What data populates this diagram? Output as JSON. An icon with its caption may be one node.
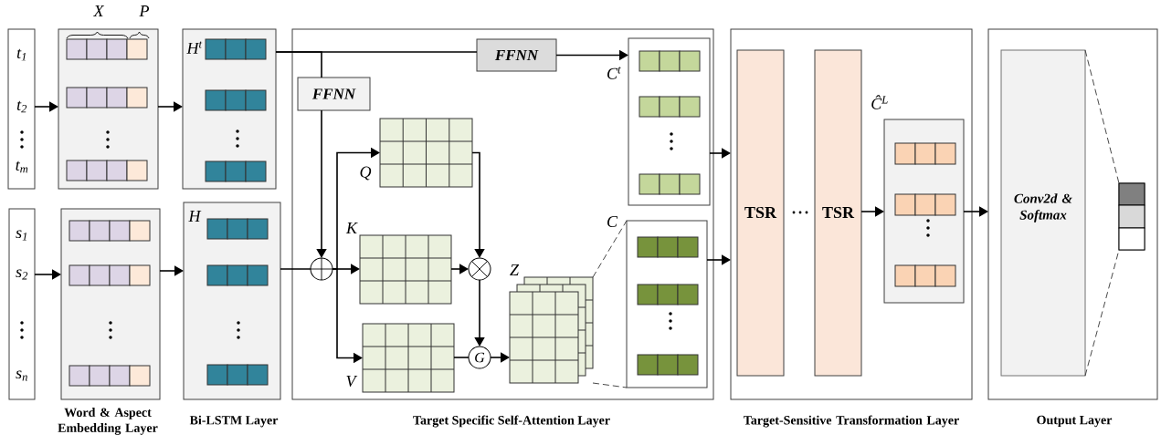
{
  "diagram": {
    "nodes": [
      {
        "text": [
          "t$_{1}$",
          "t$_{2}$",
          "t$_{m}$"
        ]
      },
      {
        "text": [
          "s$_{1}$",
          "s$_{2}$",
          "s$_{n}$"
        ]
      },
      {
        "text": [],
        "shape": "box",
        "beside": [
          "X",
          "P"
        ]
      },
      {
        "text": [],
        "shape": "box"
      },
      {
        "text": [
          "H$^{t}$"
        ]
      },
      {
        "text": [
          "H"
        ]
      },
      {
        "text": [
          "Target Specific Self-Attention Layer"
        ]
      },
      {
        "text": [
          "FFNN"
        ],
        "in": 6
      },
      {
        "text": [
          "FFNN"
        ],
        "in": 6
      },
      {
        "text": [],
        "shape": "circle",
        "in": 6
      },
      {
        "text": [
          "Q"
        ],
        "in": 6
      },
      {
        "text": [
          "K"
        ],
        "in": 6
      },
      {
        "text": [
          "V"
        ],
        "in": 6
      },
      {
        "text": [],
        "shape": "circle",
        "in": 6
      },
      {
        "text": [
          "G"
        ],
        "in": 6
      },
      {
        "text": [
          "Z"
        ],
        "in": 6
      },
      {
        "text": [
          "C$^{t}$"
        ],
        "in": 6
      },
      {
        "text": [
          "C"
        ],
        "in": 6
      },
      {
        "text": [
          "Target-Sensitive Transformation Layer"
        ]
      },
      {
        "text": [
          "TSR"
        ],
        "in": 18
      },
      {
        "text": [
          "TSR"
        ],
        "in": 18
      },
      {
        "text": [
          "Ĉ$^{L}$"
        ],
        "in": 18
      },
      {
        "text": [
          "Output Layer"
        ]
      },
      {
        "text": [
          "Conv2d & Softmax"
        ],
        "in": 22
      },
      {
        "text": [],
        "shape": "bar",
        "in": 22
      }
    ],
    "edges": [
      {
        "from": 0,
        "to": 2,
        "arrow": "to"
      },
      {
        "from": 1,
        "to": 3,
        "arrow": "to"
      },
      {
        "from": 2,
        "to": 4,
        "arrow": "to"
      },
      {
        "from": 3,
        "to": 5,
        "arrow": "to"
      },
      {
        "from": 4,
        "to": 7,
        "arrow": "none"
      },
      {
        "from": 4,
        "to": 8,
        "arrow": "none"
      },
      {
        "from": 7,
        "to": 16,
        "arrow": "to"
      },
      {
        "from": 8,
        "to": 9,
        "arrow": "to"
      },
      {
        "from": 5,
        "to": 9,
        "arrow": "none"
      },
      {
        "from": 9,
        "to": 10,
        "arrow": "to"
      },
      {
        "from": 9,
        "to": 11,
        "arrow": "to"
      },
      {
        "from": 9,
        "to": 12,
        "arrow": "to"
      },
      {
        "from": 10,
        "to": 13,
        "arrow": "to"
      },
      {
        "from": 11,
        "to": 13,
        "arrow": "to"
      },
      {
        "from": 13,
        "to": 14,
        "arrow": "to"
      },
      {
        "from": 12,
        "to": 14,
        "arrow": "none"
      },
      {
        "from": 14,
        "to": 15,
        "arrow": "to"
      },
      {
        "from": 15,
        "to": 17,
        "arrow": "none",
        "style": "dashed"
      },
      {
        "from": 15,
        "to": 17,
        "arrow": "none",
        "style": "dashed"
      },
      {
        "from": 16,
        "to": 18,
        "arrow": "to"
      },
      {
        "from": 17,
        "to": 18,
        "arrow": "to"
      },
      {
        "from": 20,
        "to": 21,
        "arrow": "to"
      },
      {
        "from": 21,
        "to": 22,
        "arrow": "to"
      },
      {
        "from": 23,
        "to": 24,
        "arrow": "none",
        "style": "dashed"
      },
      {
        "from": 23,
        "to": 24,
        "arrow": "none",
        "style": "dashed"
      }
    ],
    "labels": [
      "Word & Aspect Embedding Layer",
      "Bi-LSTM Layer"
    ]
  }
}
